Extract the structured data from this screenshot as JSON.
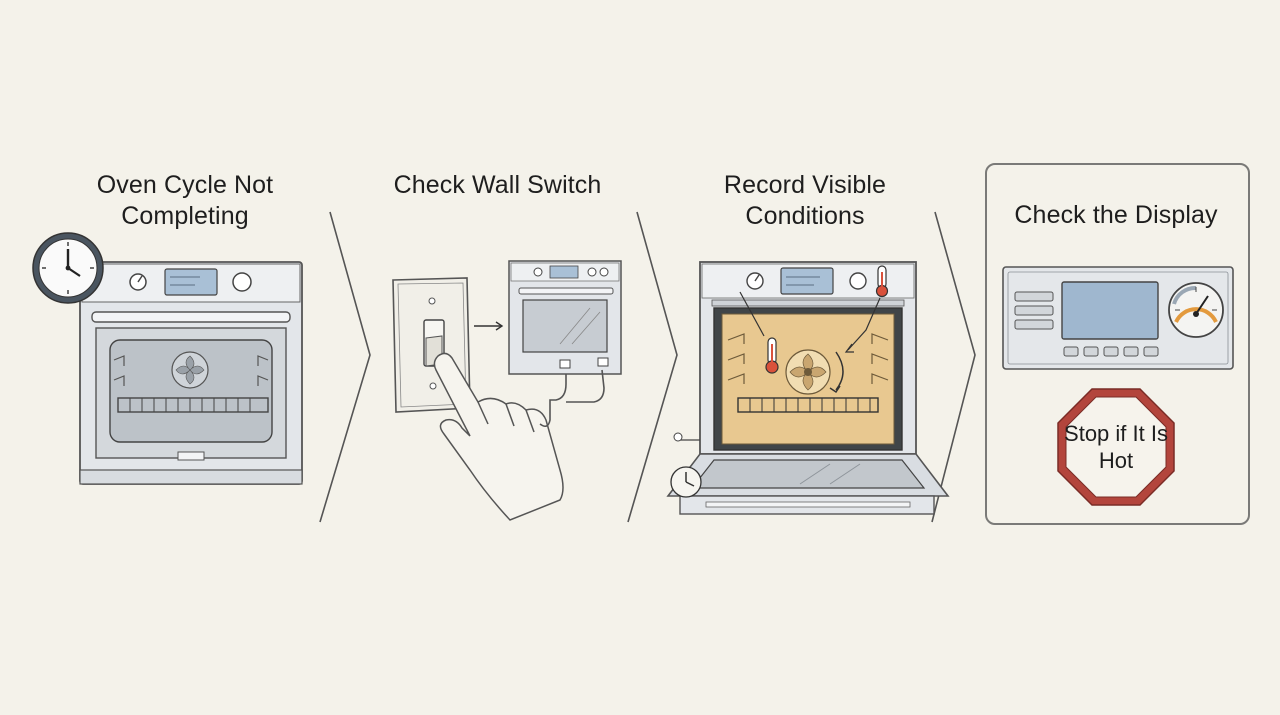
{
  "steps": [
    {
      "title": "Oven Cycle Not Completing"
    },
    {
      "title": "Check Wall Switch"
    },
    {
      "title": "Record Visible Conditions"
    },
    {
      "title": "Check the Display"
    }
  ],
  "warning_sign": {
    "text": "Stop if It Is Hot"
  },
  "colors": {
    "background": "#f4f2ea",
    "oven_steel": "#d9dde2",
    "oven_glass": "#c3c8cd",
    "display_blue": "#9fb7cf",
    "warm_interior": "#e8c890",
    "stop_sign_red": "#b3453c",
    "gauge_orange": "#e39a3e"
  },
  "icons": [
    "clock-icon",
    "oven-icon",
    "wall-switch-icon",
    "hand-pointer-icon",
    "thermometer-icon",
    "fan-icon",
    "gauge-icon",
    "stop-sign-icon",
    "chevron-right-icon"
  ]
}
